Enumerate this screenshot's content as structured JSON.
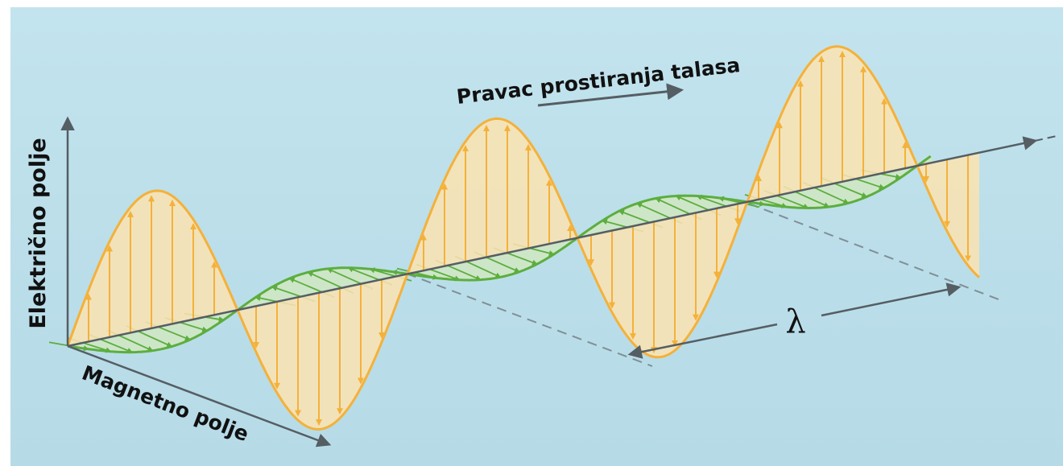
{
  "labels": {
    "electric_field": "Električno polje",
    "magnetic_field": "Magnetno polje",
    "propagation": "Pravac prostiranja talasa",
    "wavelength": "λ"
  },
  "colors": {
    "background": "#bcdfea",
    "electric": "#f4b13a",
    "electric_fill": "#fbe3b0",
    "magnetic": "#5cae3e",
    "magnetic_fill": "#cfe7c4",
    "axis": "#555e63"
  }
}
